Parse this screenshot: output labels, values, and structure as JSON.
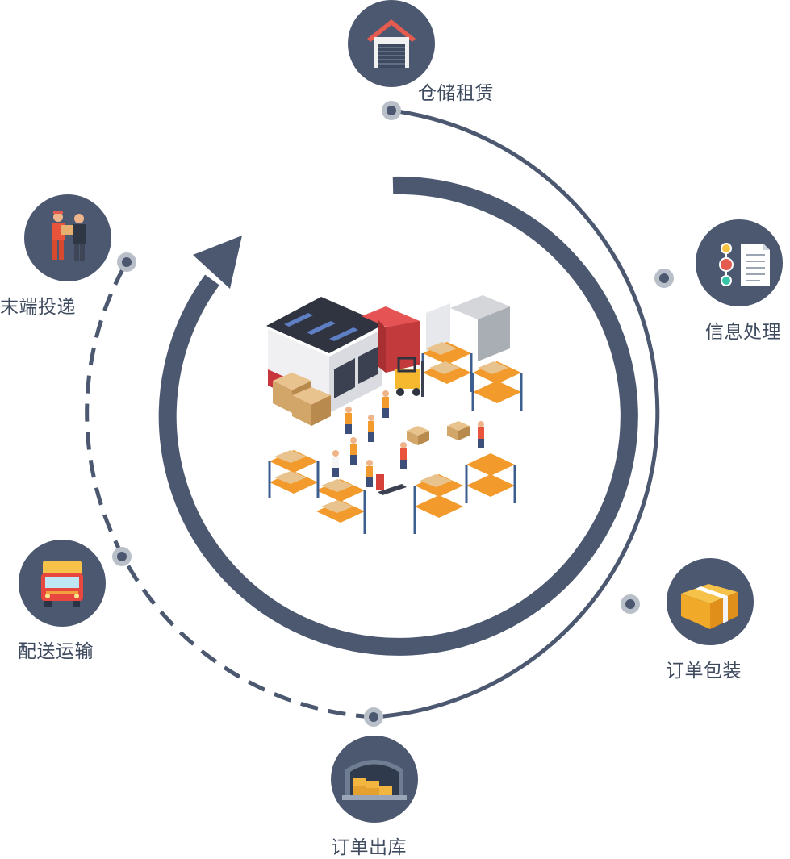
{
  "colors": {
    "ring": "#4b5870",
    "node_outer": "#b9bfc9",
    "badge": "#4b5870",
    "label": "#3e4a5e",
    "orange": "#f39a2c",
    "crate": "#e8c38d",
    "red": "#d6413a",
    "yellow": "#f5c542"
  },
  "steps": [
    {
      "id": "warehouse-rental",
      "label": "仓储租赁",
      "icon": "warehouse-door-icon"
    },
    {
      "id": "info-processing",
      "label": "信息处理",
      "icon": "document-checklist-icon"
    },
    {
      "id": "order-packing",
      "label": "订单包装",
      "icon": "package-box-icon"
    },
    {
      "id": "order-outbound",
      "label": "订单出库",
      "icon": "storage-shed-icon"
    },
    {
      "id": "delivery-transport",
      "label": "配送运输",
      "icon": "delivery-truck-icon"
    },
    {
      "id": "last-mile-delivery",
      "label": "末端投递",
      "icon": "courier-handover-icon"
    }
  ],
  "center": {
    "icon": "isometric-warehouse-illustration"
  }
}
